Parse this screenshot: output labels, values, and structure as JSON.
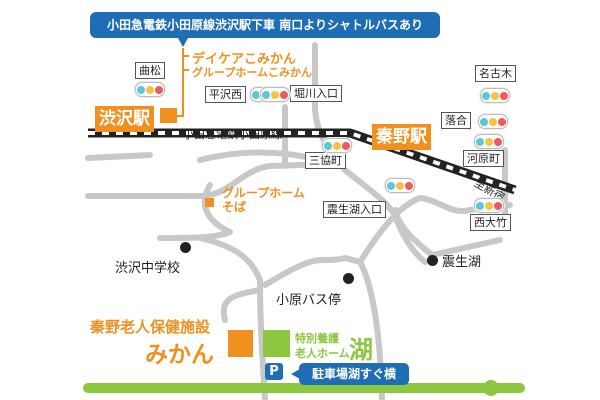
{
  "banner": "小田急電鉄小田原線渋沢駅下車 南口よりシャトルバスあり",
  "facilities": {
    "daycare": "デイケアこみかん",
    "grouphome_komikan": "グループホームこみかん",
    "grouphome_soba_1": "グループホーム",
    "grouphome_soba_2": "そば",
    "roken_1": "秦野老人保健施設",
    "roken_2": "みかん",
    "tokuyo_1": "特別養護",
    "tokuyo_2": "老人ホーム",
    "tokuyo_3": "湖"
  },
  "stations": {
    "shibusawa": "渋沢駅",
    "hadano": "秦野駅"
  },
  "railway": "小田急電鉄小田原線",
  "direction": "至新宿",
  "intersections": [
    "曲松",
    "平沢西",
    "堀川入口",
    "名古木",
    "落合",
    "河原町",
    "三協町",
    "震生湖入口",
    "西大竹"
  ],
  "landmarks": [
    "渋沢中学校",
    "震生湖",
    "小原バス停"
  ],
  "parking": {
    "icon_label": "P",
    "text": "駐車場湖すぐ横"
  },
  "colors": {
    "orange": "#f0901e",
    "green": "#8dc63f",
    "blue": "#1f6db5",
    "road": "#c8c8c8"
  }
}
